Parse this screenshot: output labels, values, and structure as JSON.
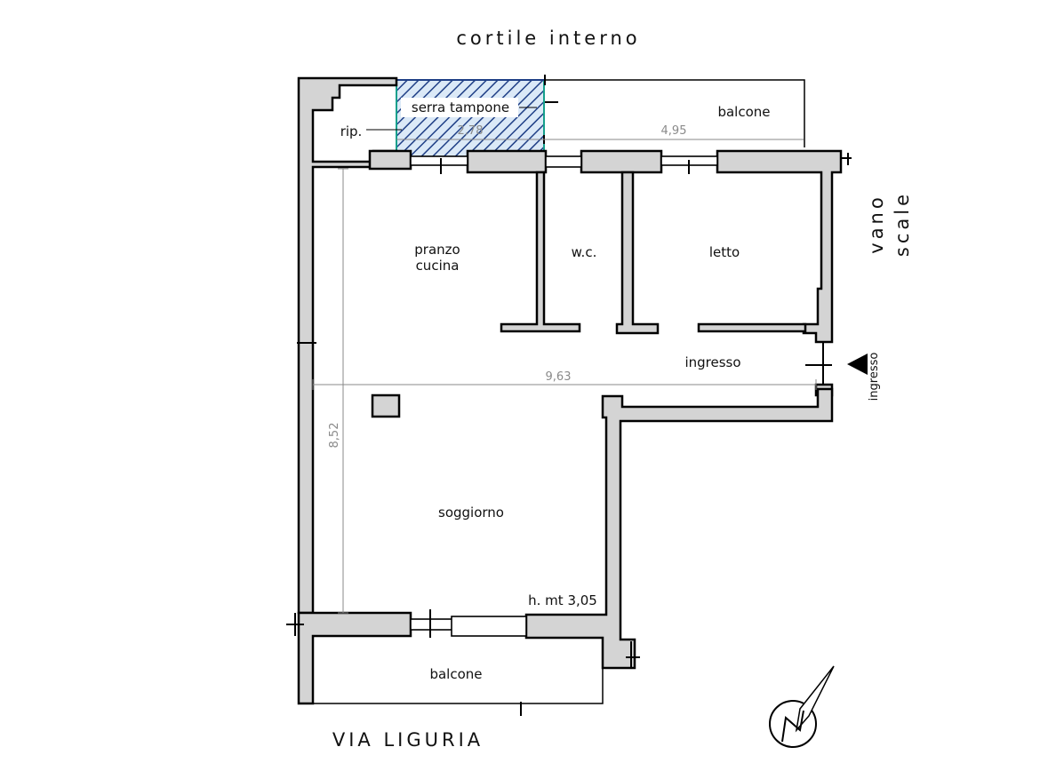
{
  "surroundings": {
    "top_label": "cortile interno",
    "bottom_label": "VIA LIGURIA",
    "stair_label_1": "vano",
    "stair_label_2": "scale",
    "entrance_label": "ingresso"
  },
  "rooms": {
    "serra": "serra tampone",
    "ripostiglio": "rip.",
    "balcone_top": "balcone",
    "pranzo": "pranzo",
    "cucina": "cucina",
    "wc": "w.c.",
    "letto": "letto",
    "ingresso": "ingresso",
    "soggiorno": "soggiorno",
    "balcone_bottom": "balcone"
  },
  "annotations": {
    "height": "h. mt 3,05"
  },
  "dimensions": {
    "serra_width": "2,78",
    "balcone_width": "4,95",
    "total_width": "9,63",
    "total_depth": "8,52"
  },
  "colors": {
    "wall_fill": "#d4d4d4",
    "serra_fill": "#dbe9f7",
    "serra_hatch": "#1f3f86",
    "serra_frame": "#16a08c"
  },
  "icons": {
    "north": "north-arrow-icon",
    "entrance": "entrance-arrow-icon"
  }
}
